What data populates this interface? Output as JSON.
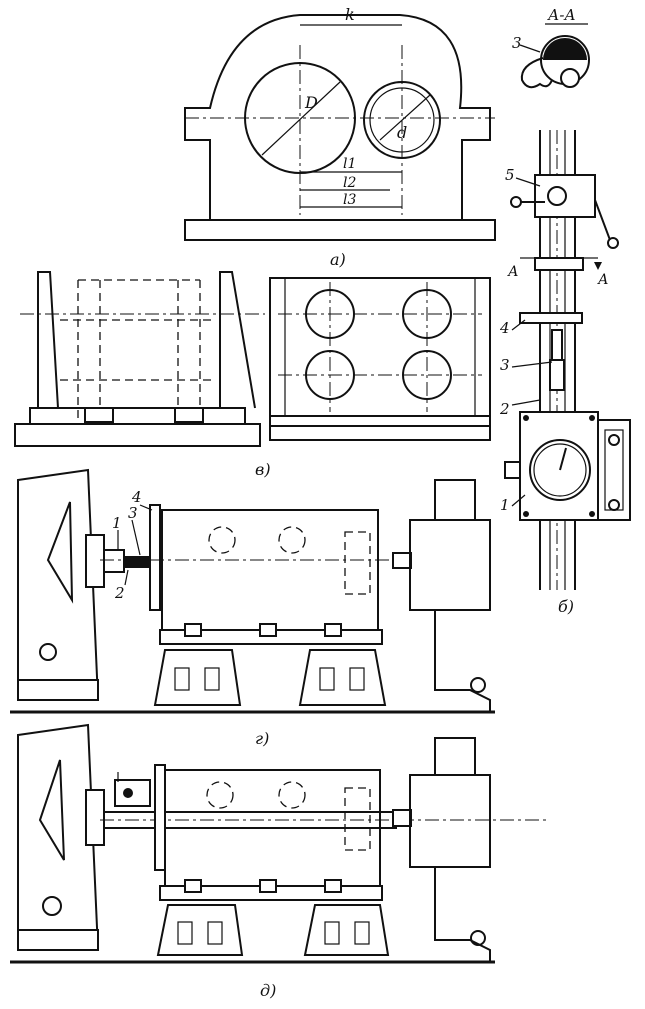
{
  "labels": {
    "dim_top": "k",
    "dia_big": "D",
    "dia_small": "d",
    "l1": "l1",
    "l2": "l2",
    "l3": "l3",
    "section": "А-А",
    "sec_arrow_left": "А",
    "sec_arrow_right": "А",
    "part_1": "1",
    "part_2": "2",
    "part_3": "3",
    "part_4": "4",
    "part_5": "5",
    "gp_1": "1",
    "gp_2": "2",
    "gp_3": "3",
    "gp_4": "4",
    "sec_3": "3"
  },
  "captions": {
    "a": "а)",
    "b": "б)",
    "v": "в)",
    "g": "г)",
    "d": "д)"
  }
}
